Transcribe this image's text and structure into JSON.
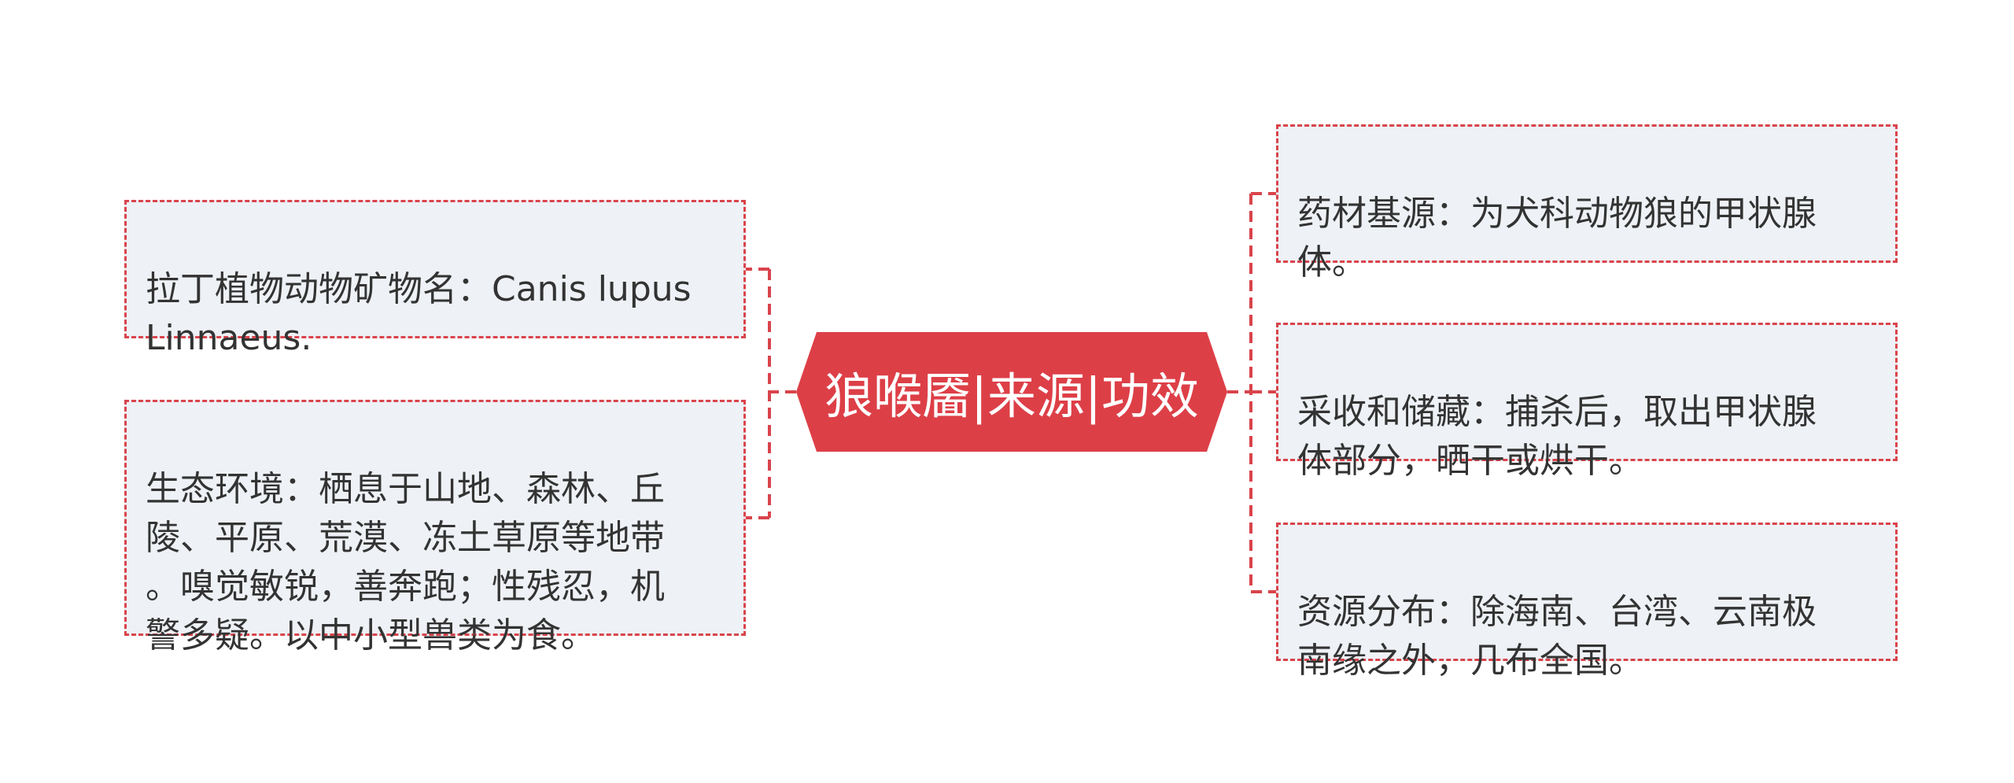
{
  "root": {
    "label": "狼喉靥|来源|功效",
    "color": "#dd3f47"
  },
  "left_nodes": [
    {
      "text": "拉丁植物动物矿物名：Canis lupus\n Linnaeus."
    },
    {
      "text": "生态环境：栖息于山地、森林、丘\n陵、平原、荒漠、冻土草原等地带\n。嗅觉敏锐，善奔跑；性残忍，机\n警多疑。以中小型兽类为食。"
    }
  ],
  "right_nodes": [
    {
      "text": "药材基源：为犬科动物狼的甲状腺\n体。"
    },
    {
      "text": "采收和储藏：捕杀后，取出甲状腺\n体部分，晒干或烘干。"
    },
    {
      "text": "资源分布：除海南、台湾、云南极\n南缘之外，几布全国。"
    }
  ],
  "colors": {
    "connector": "#d9444c",
    "node_fill": "#eef1f5",
    "node_border": "#d9444c",
    "text": "#333333"
  }
}
